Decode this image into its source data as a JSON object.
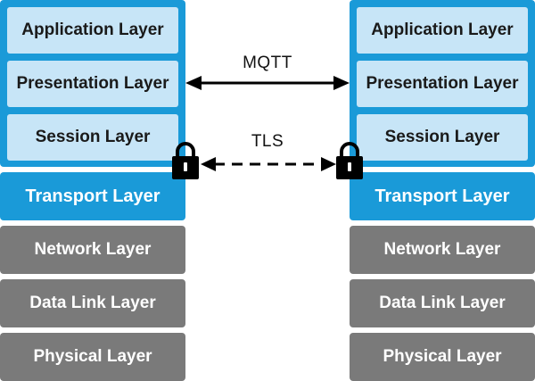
{
  "left_stack": {
    "application": "Application Layer",
    "presentation": "Presentation Layer",
    "session": "Session Layer",
    "transport": "Transport Layer",
    "network": "Network Layer",
    "data_link": "Data Link Layer",
    "physical": "Physical Layer"
  },
  "right_stack": {
    "application": "Application Layer",
    "presentation": "Presentation Layer",
    "session": "Session Layer",
    "transport": "Transport Layer",
    "network": "Network Layer",
    "data_link": "Data Link Layer",
    "physical": "Physical Layer"
  },
  "connections": {
    "mqtt": "MQTT",
    "tls": "TLS"
  },
  "colors": {
    "upper_band": "#1a9ad8",
    "upper_layer": "#c7e5f7",
    "transport": "#1a9ad8",
    "lower_layer": "#7a7a7a"
  },
  "icons": {
    "left_lock": "padlock-icon",
    "right_lock": "padlock-icon"
  }
}
